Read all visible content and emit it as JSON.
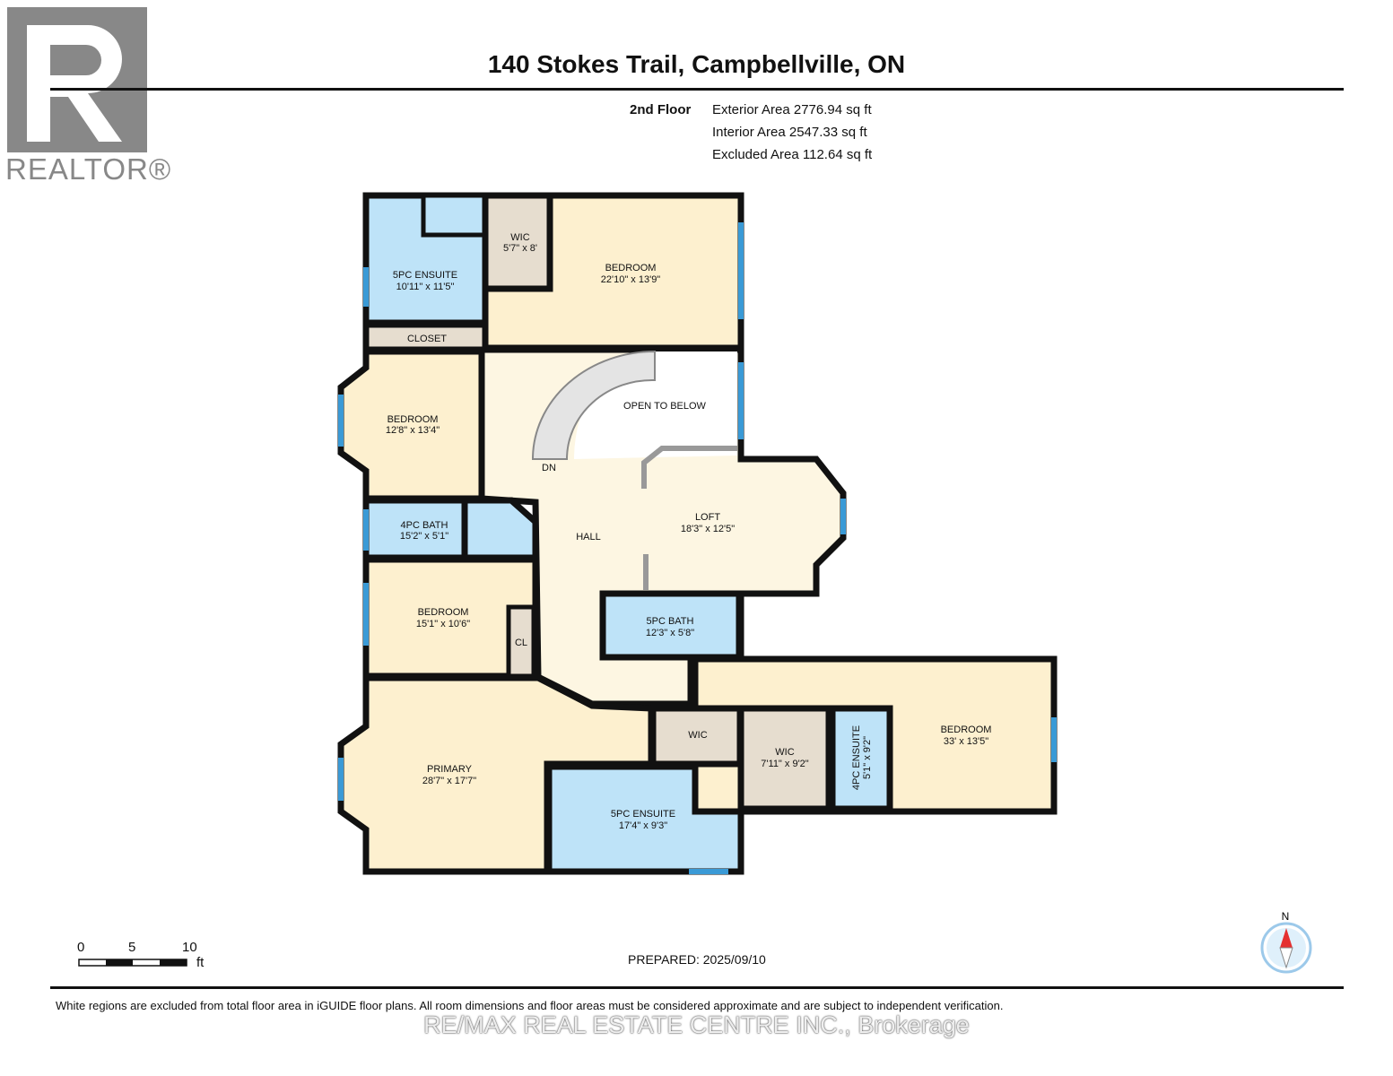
{
  "title": "140 Stokes Trail, Campbellville, ON",
  "logo": {
    "text": "REALTOR®"
  },
  "floor": {
    "name": "2nd Floor",
    "areas": [
      "Exterior Area 2776.94 sq ft",
      "Interior Area 2547.33 sq ft",
      "Excluded Area 112.64 sq ft"
    ]
  },
  "rooms": {
    "ensuite_top": {
      "name": "5PC ENSUITE",
      "dims": "10'11\" x 11'5\""
    },
    "wic_top": {
      "name": "WIC",
      "dims": "5'7\" x 8'"
    },
    "bedroom_top": {
      "name": "BEDROOM",
      "dims": "22'10\" x 13'9\""
    },
    "closet": {
      "name": "CLOSET"
    },
    "bedroom_left": {
      "name": "BEDROOM",
      "dims": "12'8\" x 13'4\""
    },
    "open_below": {
      "name": "OPEN TO BELOW"
    },
    "stairs": {
      "name": "DN"
    },
    "bath_4pc": {
      "name": "4PC BATH",
      "dims": "15'2\" x 5'1\""
    },
    "hall": {
      "name": "HALL"
    },
    "loft": {
      "name": "LOFT",
      "dims": "18'3\" x 12'5\""
    },
    "bedroom_mid": {
      "name": "BEDROOM",
      "dims": "15'1\" x 10'6\""
    },
    "cl": {
      "name": "CL"
    },
    "bath_5pc": {
      "name": "5PC BATH",
      "dims": "12'3\" x 5'8\""
    },
    "primary": {
      "name": "PRIMARY",
      "dims": "28'7\" x 17'7\""
    },
    "wic_primary": {
      "name": "WIC"
    },
    "wic_right": {
      "name": "WIC",
      "dims": "7'11\" x 9'2\""
    },
    "ensuite_4pc": {
      "name": "4PC ENSUITE",
      "dims": "5'1\" x 9'2\""
    },
    "bedroom_right": {
      "name": "BEDROOM",
      "dims": "33' x 13'5\""
    },
    "ensuite_primary": {
      "name": "5PC ENSUITE",
      "dims": "17'4\" x 9'3\""
    }
  },
  "scale": {
    "ticks": [
      "0",
      "5",
      "10"
    ],
    "unit": "ft"
  },
  "compass": {
    "label": "N"
  },
  "prepared": "PREPARED: 2025/09/10",
  "disclaimer": "White regions are excluded from total floor area in iGUIDE floor plans. All room dimensions and floor areas must be considered approximate and are subject to independent verification.",
  "watermark": "RE/MAX REAL ESTATE CENTRE INC., Brokerage",
  "colors": {
    "bedroom": "#fdf0cf",
    "bath": "#bee3f8",
    "closet": "#e6ddcf",
    "hall": "#fdf6e2",
    "wall": "#111111",
    "window": "#3a9ad6"
  }
}
